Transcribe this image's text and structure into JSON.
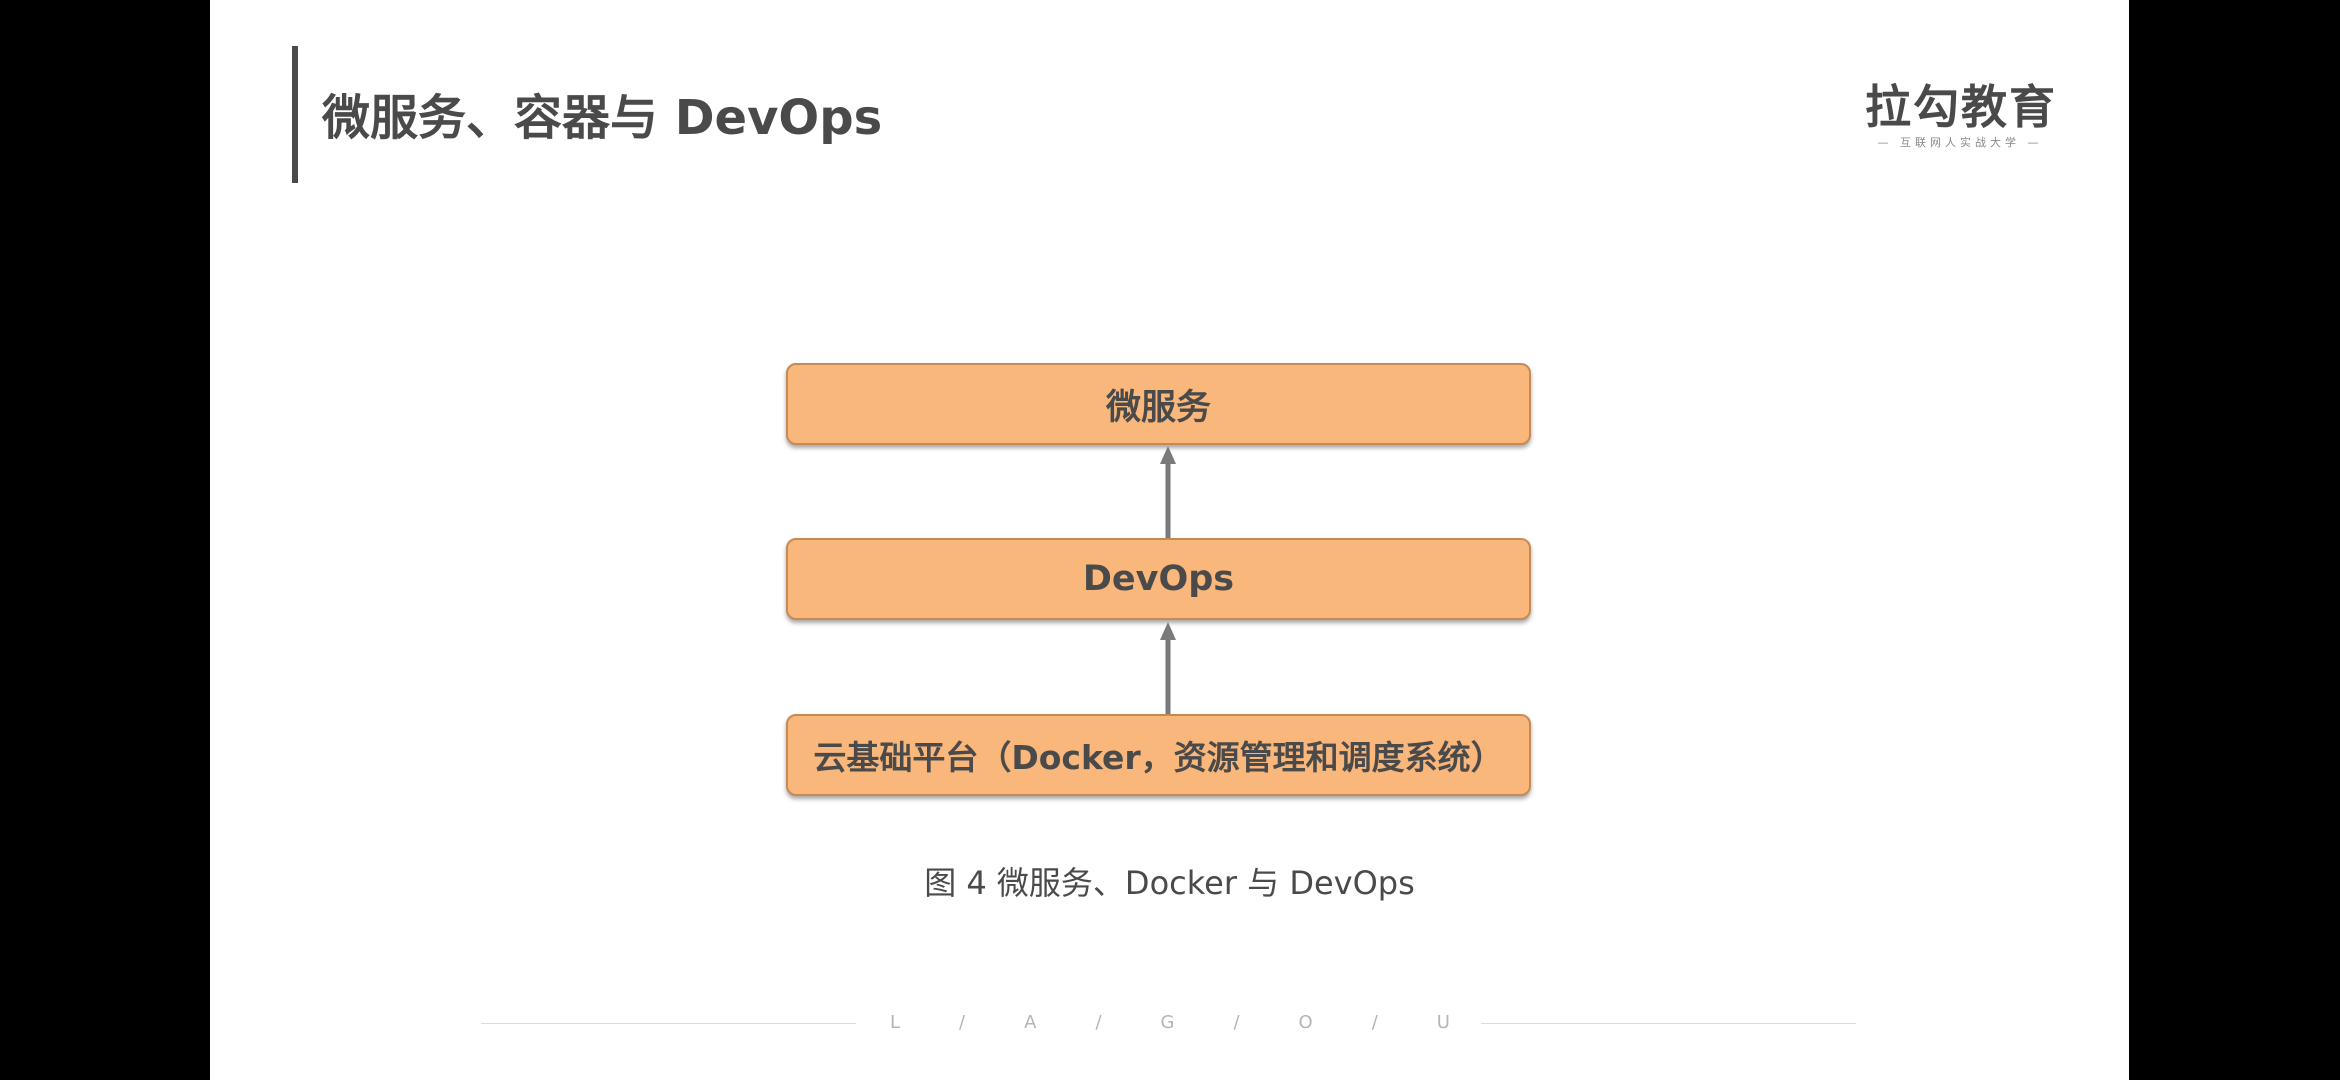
{
  "slide": {
    "title": "微服务、容器与 DevOps",
    "logo": {
      "main": "拉勾教育",
      "sub": "— 互联网人实战大学 —"
    },
    "diagram": {
      "top_box": "微服务",
      "middle_box": "DevOps",
      "bottom_box": "云基础平台（Docker，资源管理和调度系统）"
    },
    "caption": "图 4 微服务、Docker 与 DevOps",
    "footer_letters": [
      "L",
      "/",
      "A",
      "/",
      "G",
      "/",
      "O",
      "/",
      "U"
    ]
  },
  "colors": {
    "box_fill": "#f9b77c",
    "box_border": "#c58a55",
    "text": "#4a4a4a",
    "arrow": "#7a7a7a"
  }
}
